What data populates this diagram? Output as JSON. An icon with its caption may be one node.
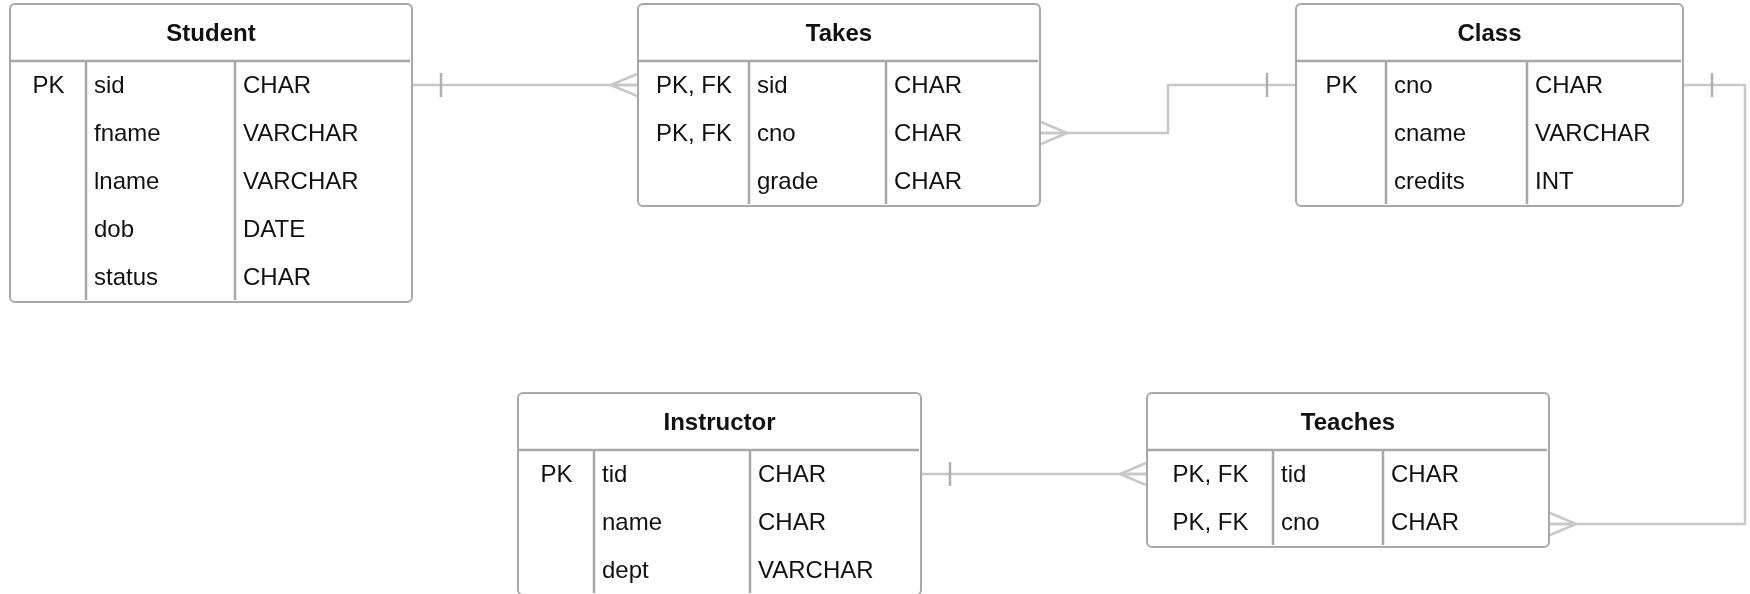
{
  "diagram": {
    "nodes": [
      {
        "text": [
          "Student"
        ]
      },
      {
        "text": [
          "PK"
        ],
        "in": 0
      },
      {
        "text": [
          "sid"
        ],
        "in": 0
      },
      {
        "text": [
          "CHAR"
        ],
        "in": 0
      },
      {
        "text": [
          "fname"
        ],
        "in": 0
      },
      {
        "text": [
          "VARCHAR"
        ],
        "in": 0
      },
      {
        "text": [
          "lname"
        ],
        "in": 0
      },
      {
        "text": [
          "VARCHAR"
        ],
        "in": 0
      },
      {
        "text": [
          "dob"
        ],
        "in": 0
      },
      {
        "text": [
          "DATE"
        ],
        "in": 0
      },
      {
        "text": [
          "status"
        ],
        "in": 0
      },
      {
        "text": [
          "CHAR"
        ],
        "in": 0
      },
      {
        "text": [
          "Takes"
        ]
      },
      {
        "text": [
          "PK, FK"
        ],
        "in": 12
      },
      {
        "text": [
          "sid"
        ],
        "in": 12
      },
      {
        "text": [
          "CHAR"
        ],
        "in": 12
      },
      {
        "text": [
          "PK, FK"
        ],
        "in": 12
      },
      {
        "text": [
          "cno"
        ],
        "in": 12
      },
      {
        "text": [
          "CHAR"
        ],
        "in": 12
      },
      {
        "text": [
          "grade"
        ],
        "in": 12
      },
      {
        "text": [
          "CHAR"
        ],
        "in": 12
      },
      {
        "text": [
          "Class"
        ]
      },
      {
        "text": [
          "PK"
        ],
        "in": 21
      },
      {
        "text": [
          "cno"
        ],
        "in": 21
      },
      {
        "text": [
          "CHAR"
        ],
        "in": 21
      },
      {
        "text": [
          "cname"
        ],
        "in": 21
      },
      {
        "text": [
          "VARCHAR"
        ],
        "in": 21
      },
      {
        "text": [
          "credits"
        ],
        "in": 21
      },
      {
        "text": [
          "INT"
        ],
        "in": 21
      },
      {
        "text": [
          "Instructor"
        ]
      },
      {
        "text": [
          "PK"
        ],
        "in": 29
      },
      {
        "text": [
          "tid"
        ],
        "in": 29
      },
      {
        "text": [
          "CHAR"
        ],
        "in": 29
      },
      {
        "text": [
          "name"
        ],
        "in": 29
      },
      {
        "text": [
          "CHAR"
        ],
        "in": 29
      },
      {
        "text": [
          "dept"
        ],
        "in": 29
      },
      {
        "text": [
          "VARCHAR"
        ],
        "in": 29
      },
      {
        "text": [
          "Teaches"
        ]
      },
      {
        "text": [
          "PK, FK"
        ],
        "in": 37
      },
      {
        "text": [
          "tid"
        ],
        "in": 37
      },
      {
        "text": [
          "CHAR"
        ],
        "in": 37
      },
      {
        "text": [
          "PK, FK"
        ],
        "in": 37
      },
      {
        "text": [
          "cno"
        ],
        "in": 37
      },
      {
        "text": [
          "CHAR"
        ],
        "in": 37
      }
    ],
    "edges": [
      {
        "from": 0,
        "to": 12,
        "arrow": "other"
      },
      {
        "from": 21,
        "to": 12,
        "arrow": "other"
      },
      {
        "from": 21,
        "to": 37,
        "arrow": "other"
      },
      {
        "from": 29,
        "to": 37,
        "arrow": "other"
      }
    ]
  }
}
